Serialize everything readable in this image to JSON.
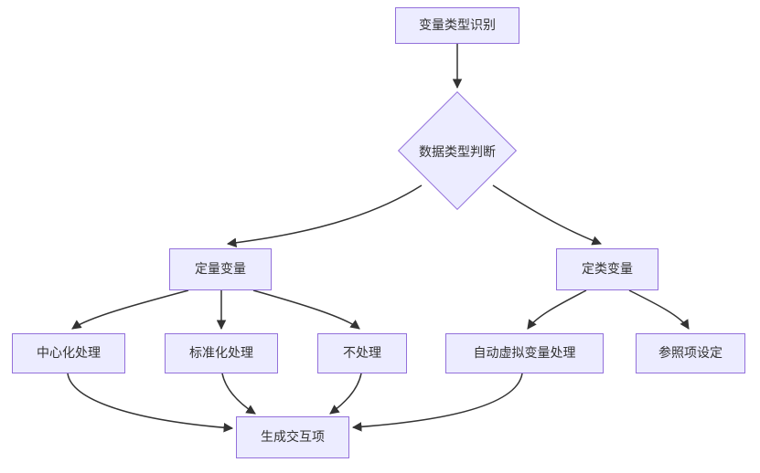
{
  "diagram": {
    "type": "flowchart",
    "nodes": {
      "var_type": {
        "label": "变量类型识别",
        "shape": "rect"
      },
      "data_type": {
        "label": "数据类型判断",
        "shape": "diamond"
      },
      "quantitative": {
        "label": "定量变量",
        "shape": "rect"
      },
      "categorical": {
        "label": "定类变量",
        "shape": "rect"
      },
      "centering": {
        "label": "中心化处理",
        "shape": "rect"
      },
      "standardize": {
        "label": "标准化处理",
        "shape": "rect"
      },
      "no_process": {
        "label": "不处理",
        "shape": "rect"
      },
      "auto_dummy": {
        "label": "自动虚拟变量处理",
        "shape": "rect"
      },
      "reference": {
        "label": "参照项设定",
        "shape": "rect"
      },
      "interaction": {
        "label": "生成交互项",
        "shape": "rect"
      }
    },
    "edges": [
      {
        "from": "变量类型识别",
        "to": "数据类型判断"
      },
      {
        "from": "数据类型判断",
        "to": "定量变量"
      },
      {
        "from": "数据类型判断",
        "to": "定类变量"
      },
      {
        "from": "定量变量",
        "to": "中心化处理"
      },
      {
        "from": "定量变量",
        "to": "标准化处理"
      },
      {
        "from": "定量变量",
        "to": "不处理"
      },
      {
        "from": "定类变量",
        "to": "自动虚拟变量处理"
      },
      {
        "from": "定类变量",
        "to": "参照项设定"
      },
      {
        "from": "中心化处理",
        "to": "生成交互项"
      },
      {
        "from": "标准化处理",
        "to": "生成交互项"
      },
      {
        "from": "不处理",
        "to": "生成交互项"
      },
      {
        "from": "自动虚拟变量处理",
        "to": "生成交互项"
      }
    ],
    "colors": {
      "node_fill": "#ECECFF",
      "node_border": "#9370DB",
      "edge_stroke": "#333333",
      "text": "#333333",
      "background": "#FFFFFF"
    }
  }
}
